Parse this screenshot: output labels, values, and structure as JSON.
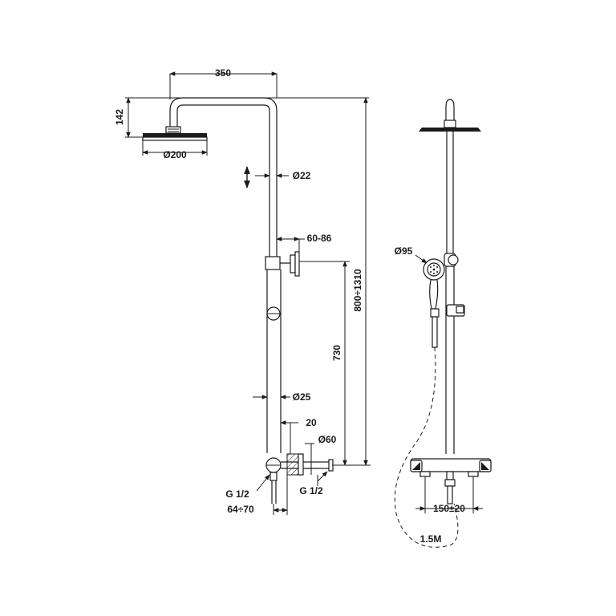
{
  "dimensions": {
    "arm_length": "350",
    "head_height": "142",
    "head_diameter": "Ø200",
    "upper_tube_diameter": "Ø22",
    "wall_offset": "60-86",
    "total_height": "800÷1310",
    "bracket_height": "730",
    "lower_tube_diameter": "Ø25",
    "inlet_offset": "20",
    "flange_diameter": "Ø60",
    "inlet_thread_left": "G 1/2",
    "inlet_thread_right": "G 1/2",
    "mixer_projection": "64÷70",
    "hand_shower_diameter": "Ø95",
    "inlet_spacing": "150±20",
    "hose_length": "1.5M"
  }
}
